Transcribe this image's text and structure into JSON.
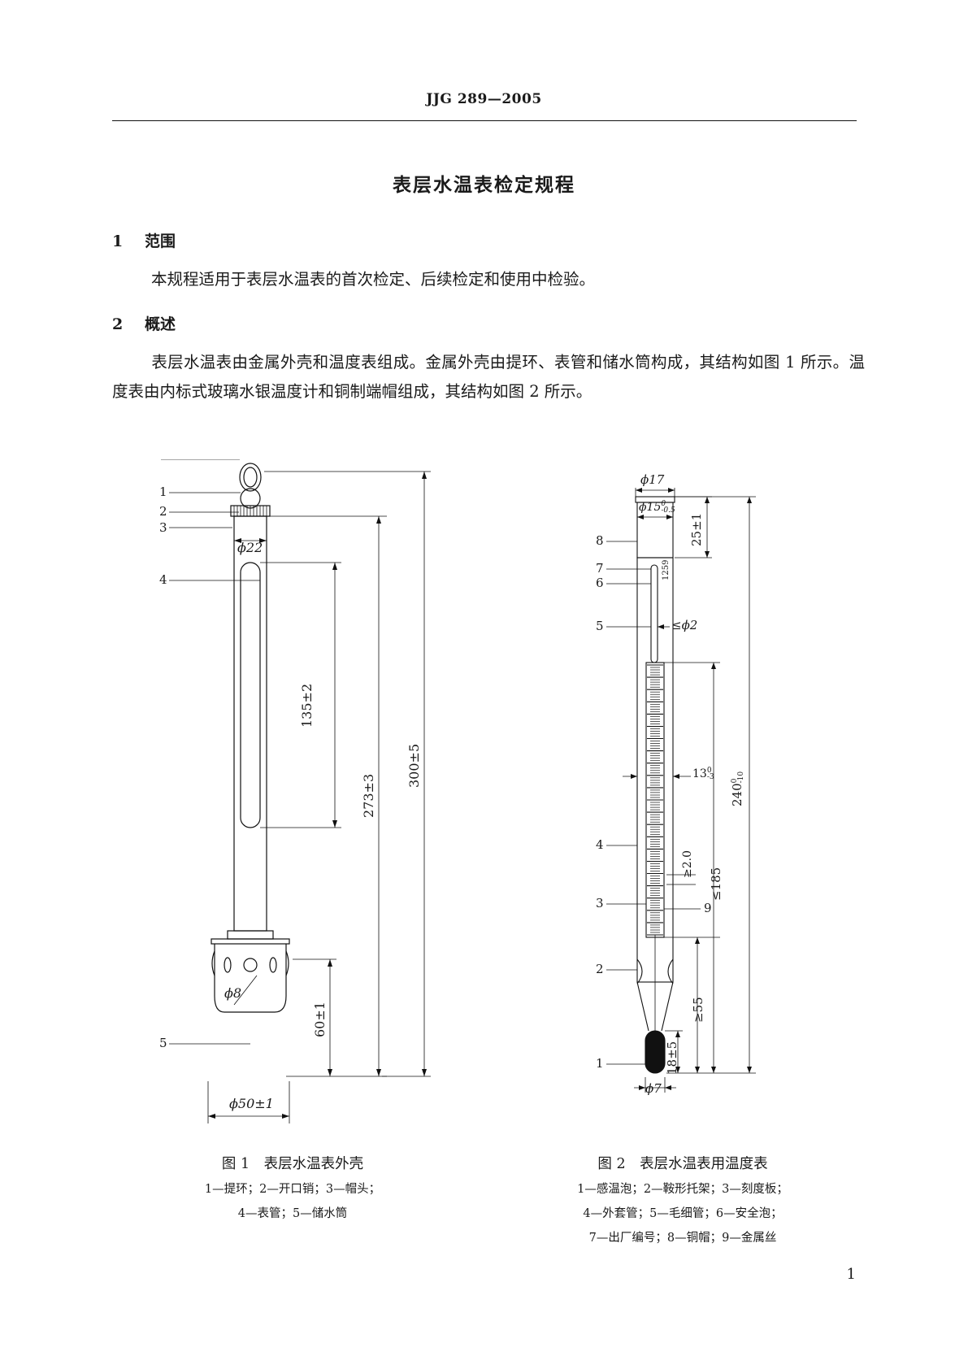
{
  "header": {
    "code": "JJG 289—2005"
  },
  "document": {
    "title": "表层水温表检定规程"
  },
  "sections": [
    {
      "num": "1",
      "title": "范围",
      "body": "本规程适用于表层水温表的首次检定、后续检定和使用中检验。"
    },
    {
      "num": "2",
      "title": "概述",
      "body": "表层水温表由金属外壳和温度表组成。金属外壳由提环、表管和储水筒构成，其结构如图 1 所示。温度表由内标式玻璃水银温度计和铜制端帽组成，其结构如图 2 所示。"
    }
  ],
  "figure1": {
    "caption": "图 1　表层水温表外壳",
    "legend": [
      "1—提环；2—开口销；3—帽头；",
      "4—表管；5—储水筒"
    ],
    "callouts": [
      "1",
      "2",
      "3",
      "4",
      "5"
    ],
    "dims": {
      "d22": "ϕ22",
      "d8": "ϕ8",
      "d50": "ϕ50±1",
      "l135": "135±2",
      "l273": "273±3",
      "l300": "300±5",
      "l60": "60±1"
    }
  },
  "figure2": {
    "caption": "图 2　表层水温表用温度表",
    "legend": [
      "1—感温泡；2—鞍形托架；3—刻度板；",
      "4—外套管；5—毛细管；6—安全泡；",
      "7—出厂编号；8—铜帽；9—金属丝"
    ],
    "callouts": [
      "1",
      "2",
      "3",
      "4",
      "5",
      "6",
      "7",
      "8",
      "9"
    ],
    "serial": "1259",
    "dims": {
      "d17": "ϕ17",
      "d15": "ϕ15",
      "d15tol": "-0.5",
      "d15up": "0",
      "l25": "25±1",
      "d2": "≤ϕ2",
      "d13": "13",
      "d13tol": "-3",
      "d13up": "0",
      "l240": "240",
      "l240tol": "-10",
      "l240up": "0",
      "g20": "≥2.0",
      "l185": "≤185",
      "l55": "≥55",
      "l18": "18±5",
      "d7": "ϕ7"
    }
  },
  "page": {
    "number": "1"
  }
}
